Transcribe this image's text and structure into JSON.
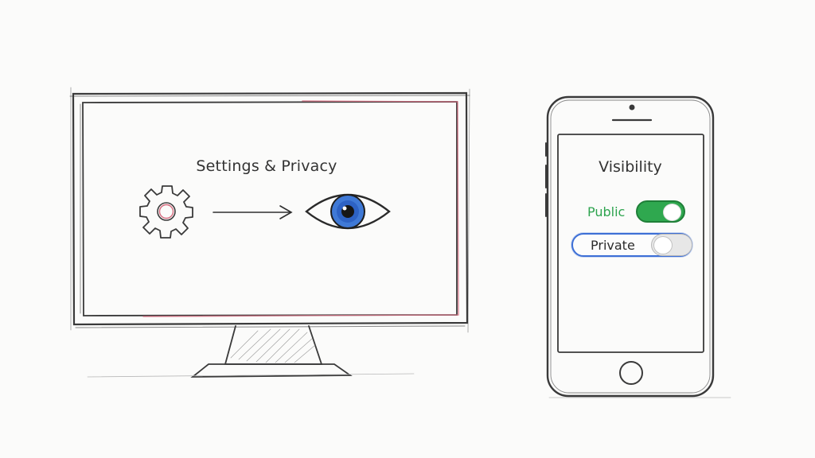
{
  "monitor": {
    "title": "Settings & Privacy",
    "icons": [
      "gear-icon",
      "arrow-right-icon",
      "eye-icon"
    ]
  },
  "phone": {
    "title": "Visibility",
    "options": [
      {
        "label": "Public",
        "toggle_on": true,
        "color": "#2ea44f"
      },
      {
        "label": "Private",
        "toggle_on": false,
        "selected": true,
        "color": "#3d6fd6"
      }
    ]
  }
}
